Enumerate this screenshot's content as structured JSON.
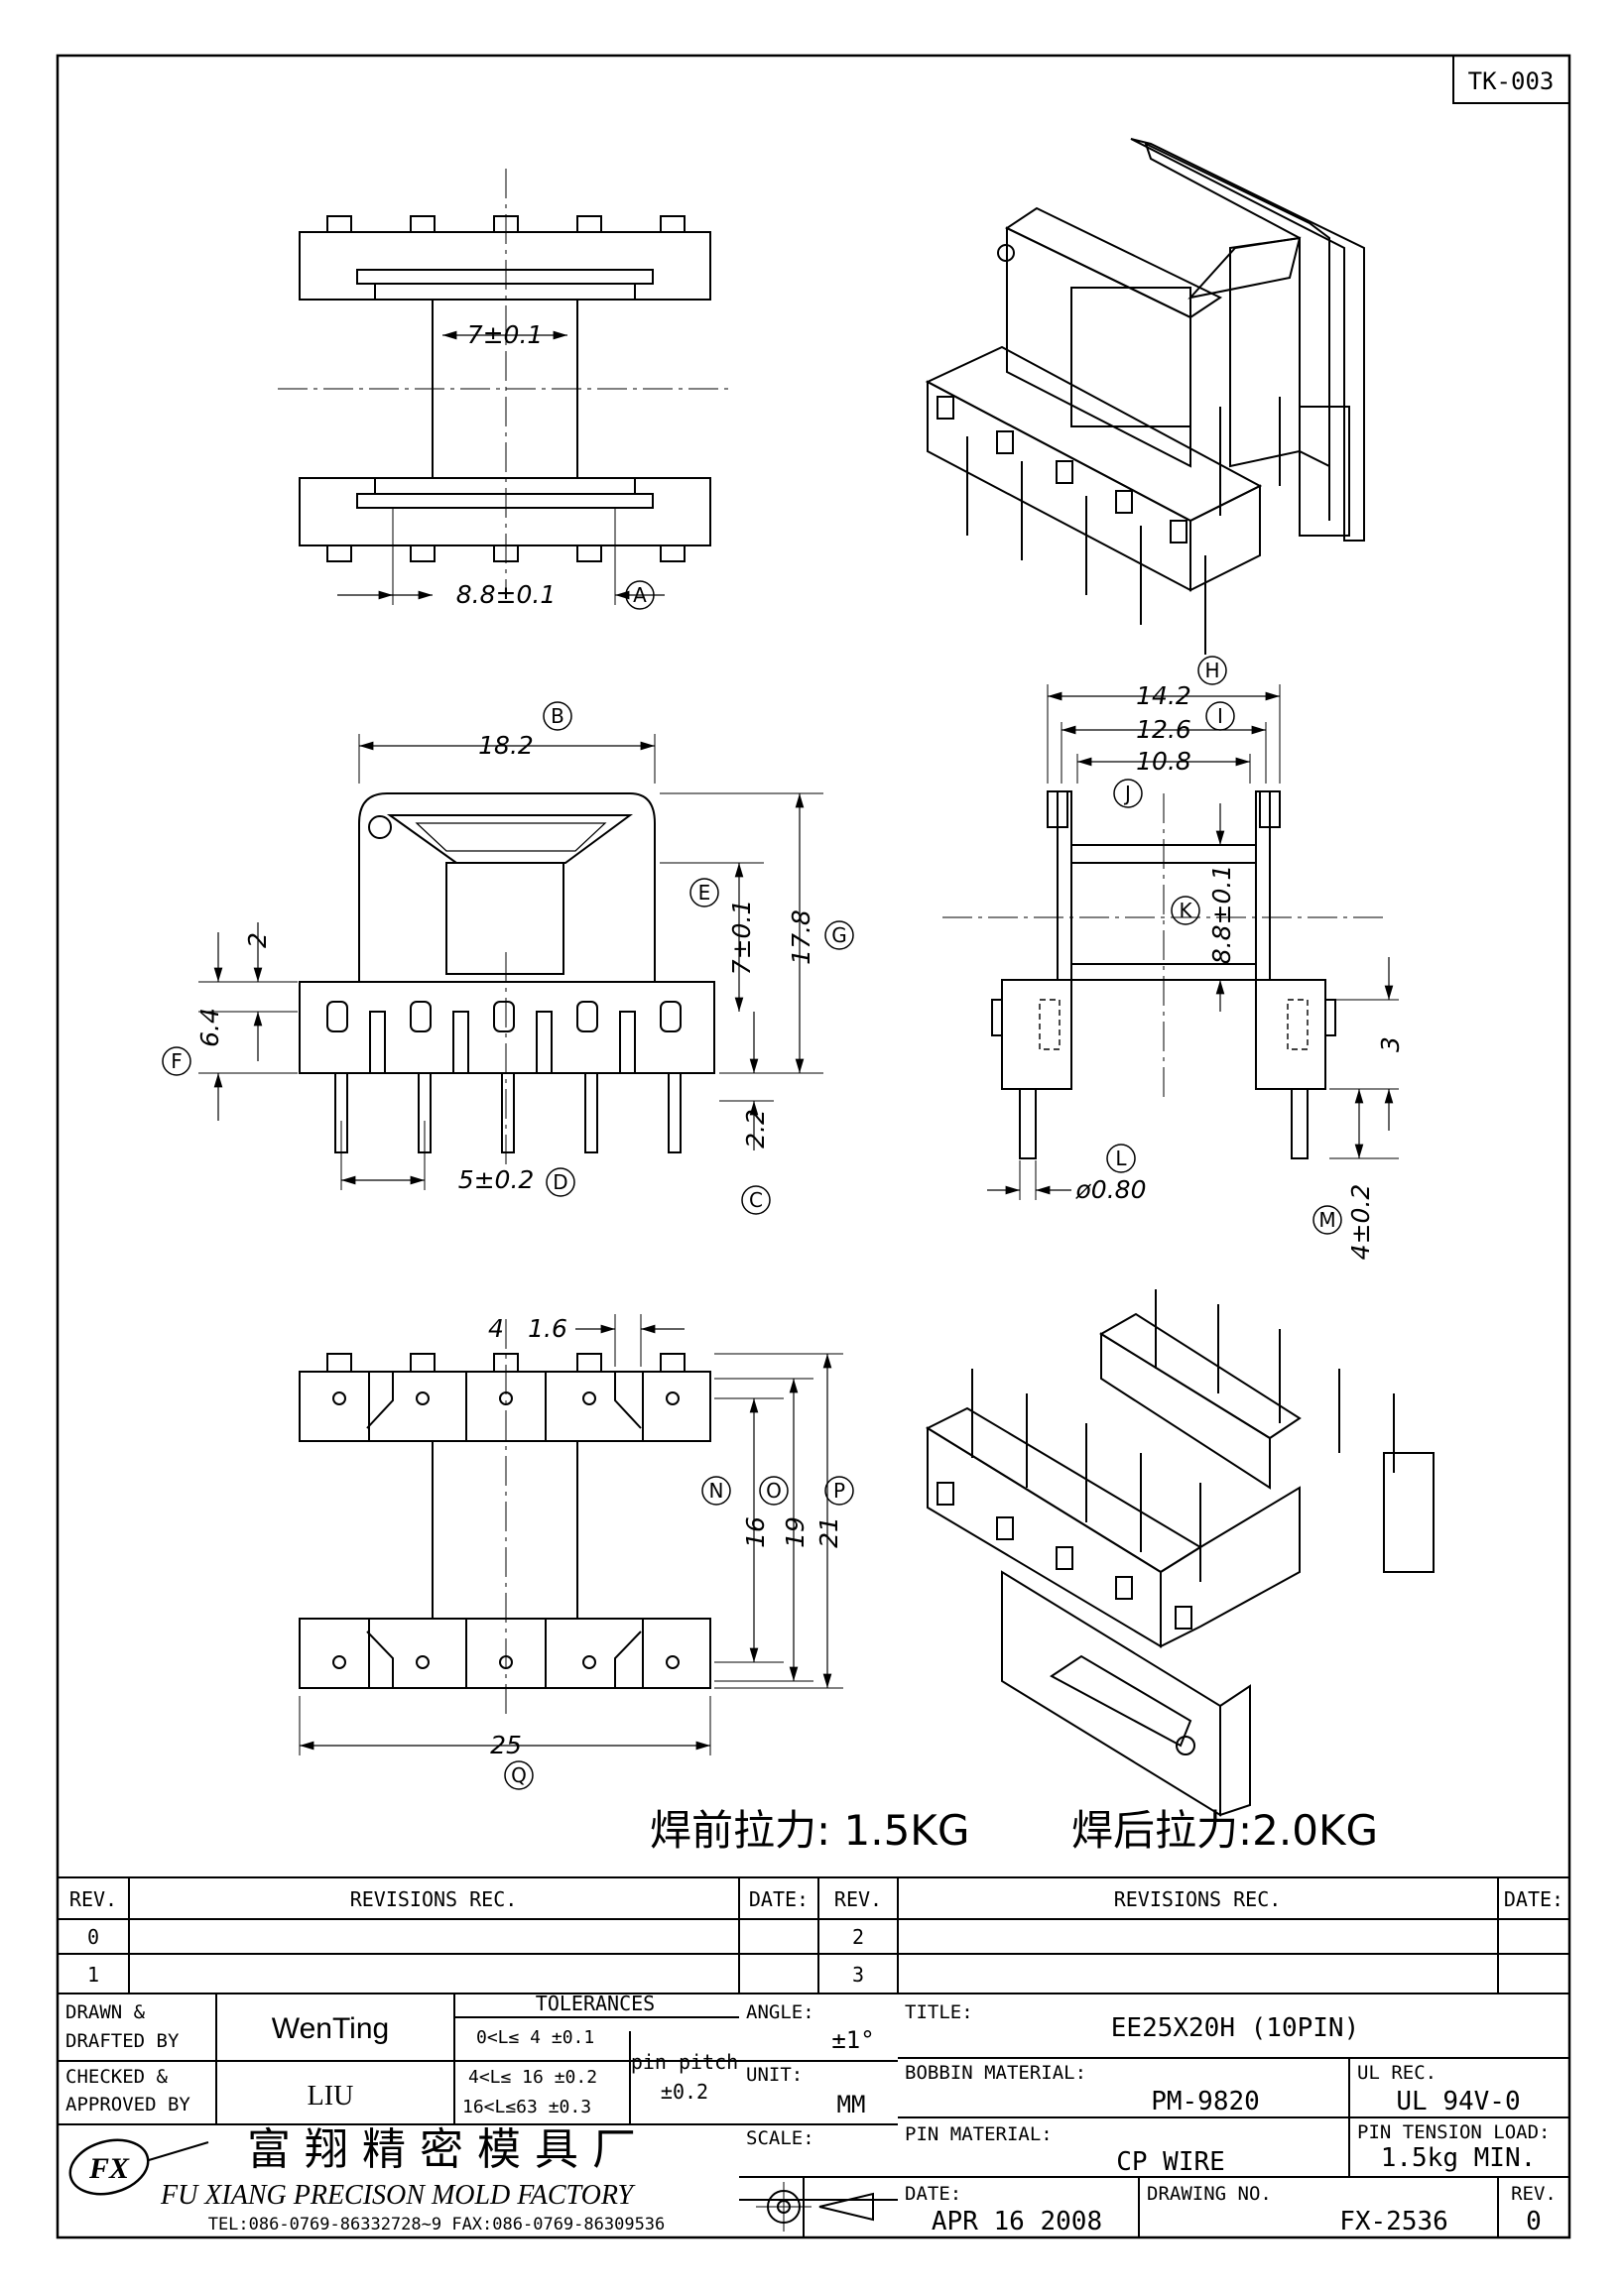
{
  "drawing_tag": "TK-003",
  "dimensions": {
    "d1": "7±0.1",
    "d2": "8.8±0.1",
    "d3": "18.2",
    "d4": "2",
    "d5": "6.4",
    "d6": "7±0.1",
    "d7": "17.8",
    "d8": "2.2",
    "d9": "5±0.2",
    "d10": "14.2",
    "d11": "12.6",
    "d12": "10.8",
    "d13": "8.8±0.1",
    "d14": "3",
    "d15": "ø0.80",
    "d16": "4±0.2",
    "d17": "4",
    "d18": "1.6",
    "d19": "16",
    "d20": "19",
    "d21": "21",
    "d22": "25"
  },
  "markers": {
    "A": "A",
    "B": "B",
    "C": "C",
    "D": "D",
    "E": "E",
    "F": "F",
    "G": "G",
    "H": "H",
    "I": "I",
    "J": "J",
    "K": "K",
    "L": "L",
    "M": "M",
    "N": "N",
    "O": "O",
    "P": "P",
    "Q": "Q"
  },
  "tension_note": {
    "before": "焊前拉力: 1.5KG",
    "after": "焊后拉力:2.0KG"
  },
  "revisions": {
    "col_rev": "REV.",
    "col_rec": "REVISIONS  REC.",
    "col_date": "DATE:",
    "rows_left": [
      "0",
      "1"
    ],
    "rows_right": [
      "2",
      "3"
    ]
  },
  "title_block": {
    "drawn_label_1": "DRAWN &",
    "drawn_label_2": "DRAFTED BY",
    "drawn_value": "WenTing",
    "checked_label_1": "CHECKED &",
    "checked_label_2": "APPROVED BY",
    "checked_value": "LIU",
    "tolerances_title": "TOLERANCES",
    "tol_row1": "0<L≤ 4   ±0.1",
    "tol_row2": "4<L≤ 16  ±0.2",
    "tol_row3": "16<L≤63  ±0.3",
    "pin_pitch_label": "pin pitch",
    "pin_pitch_value": "±0.2",
    "angle_label": "ANGLE:",
    "angle_value": "±1°",
    "unit_label": "UNIT:",
    "unit_value": "MM",
    "scale_label": "SCALE:",
    "title_label": "TITLE:",
    "title_value": "EE25X20H (10PIN)",
    "bobbin_label": "BOBBIN MATERIAL:",
    "bobbin_value": "PM-9820",
    "ul_label": "UL REC.",
    "ul_value": "UL 94V-0",
    "pin_mat_label": "PIN MATERIAL:",
    "pin_mat_value": "CP WIRE",
    "tension_label": "PIN TENSION LOAD:",
    "tension_value": "1.5kg MIN.",
    "date_label": "DATE:",
    "date_value": "APR 16 2008",
    "dwg_label": "DRAWING NO.",
    "dwg_value": "FX-2536",
    "rev_label": "REV.",
    "rev_value": "0",
    "company_cn": "富 翔 精 密 模 具 厂",
    "company_en": "FU XIANG PRECISON MOLD FACTORY",
    "company_tel": "TEL:086-0769-86332728~9  FAX:086-0769-86309536",
    "logo": "FX"
  },
  "colors": {
    "ink": "#000000",
    "paper": "#ffffff",
    "center_line": "#000000"
  }
}
